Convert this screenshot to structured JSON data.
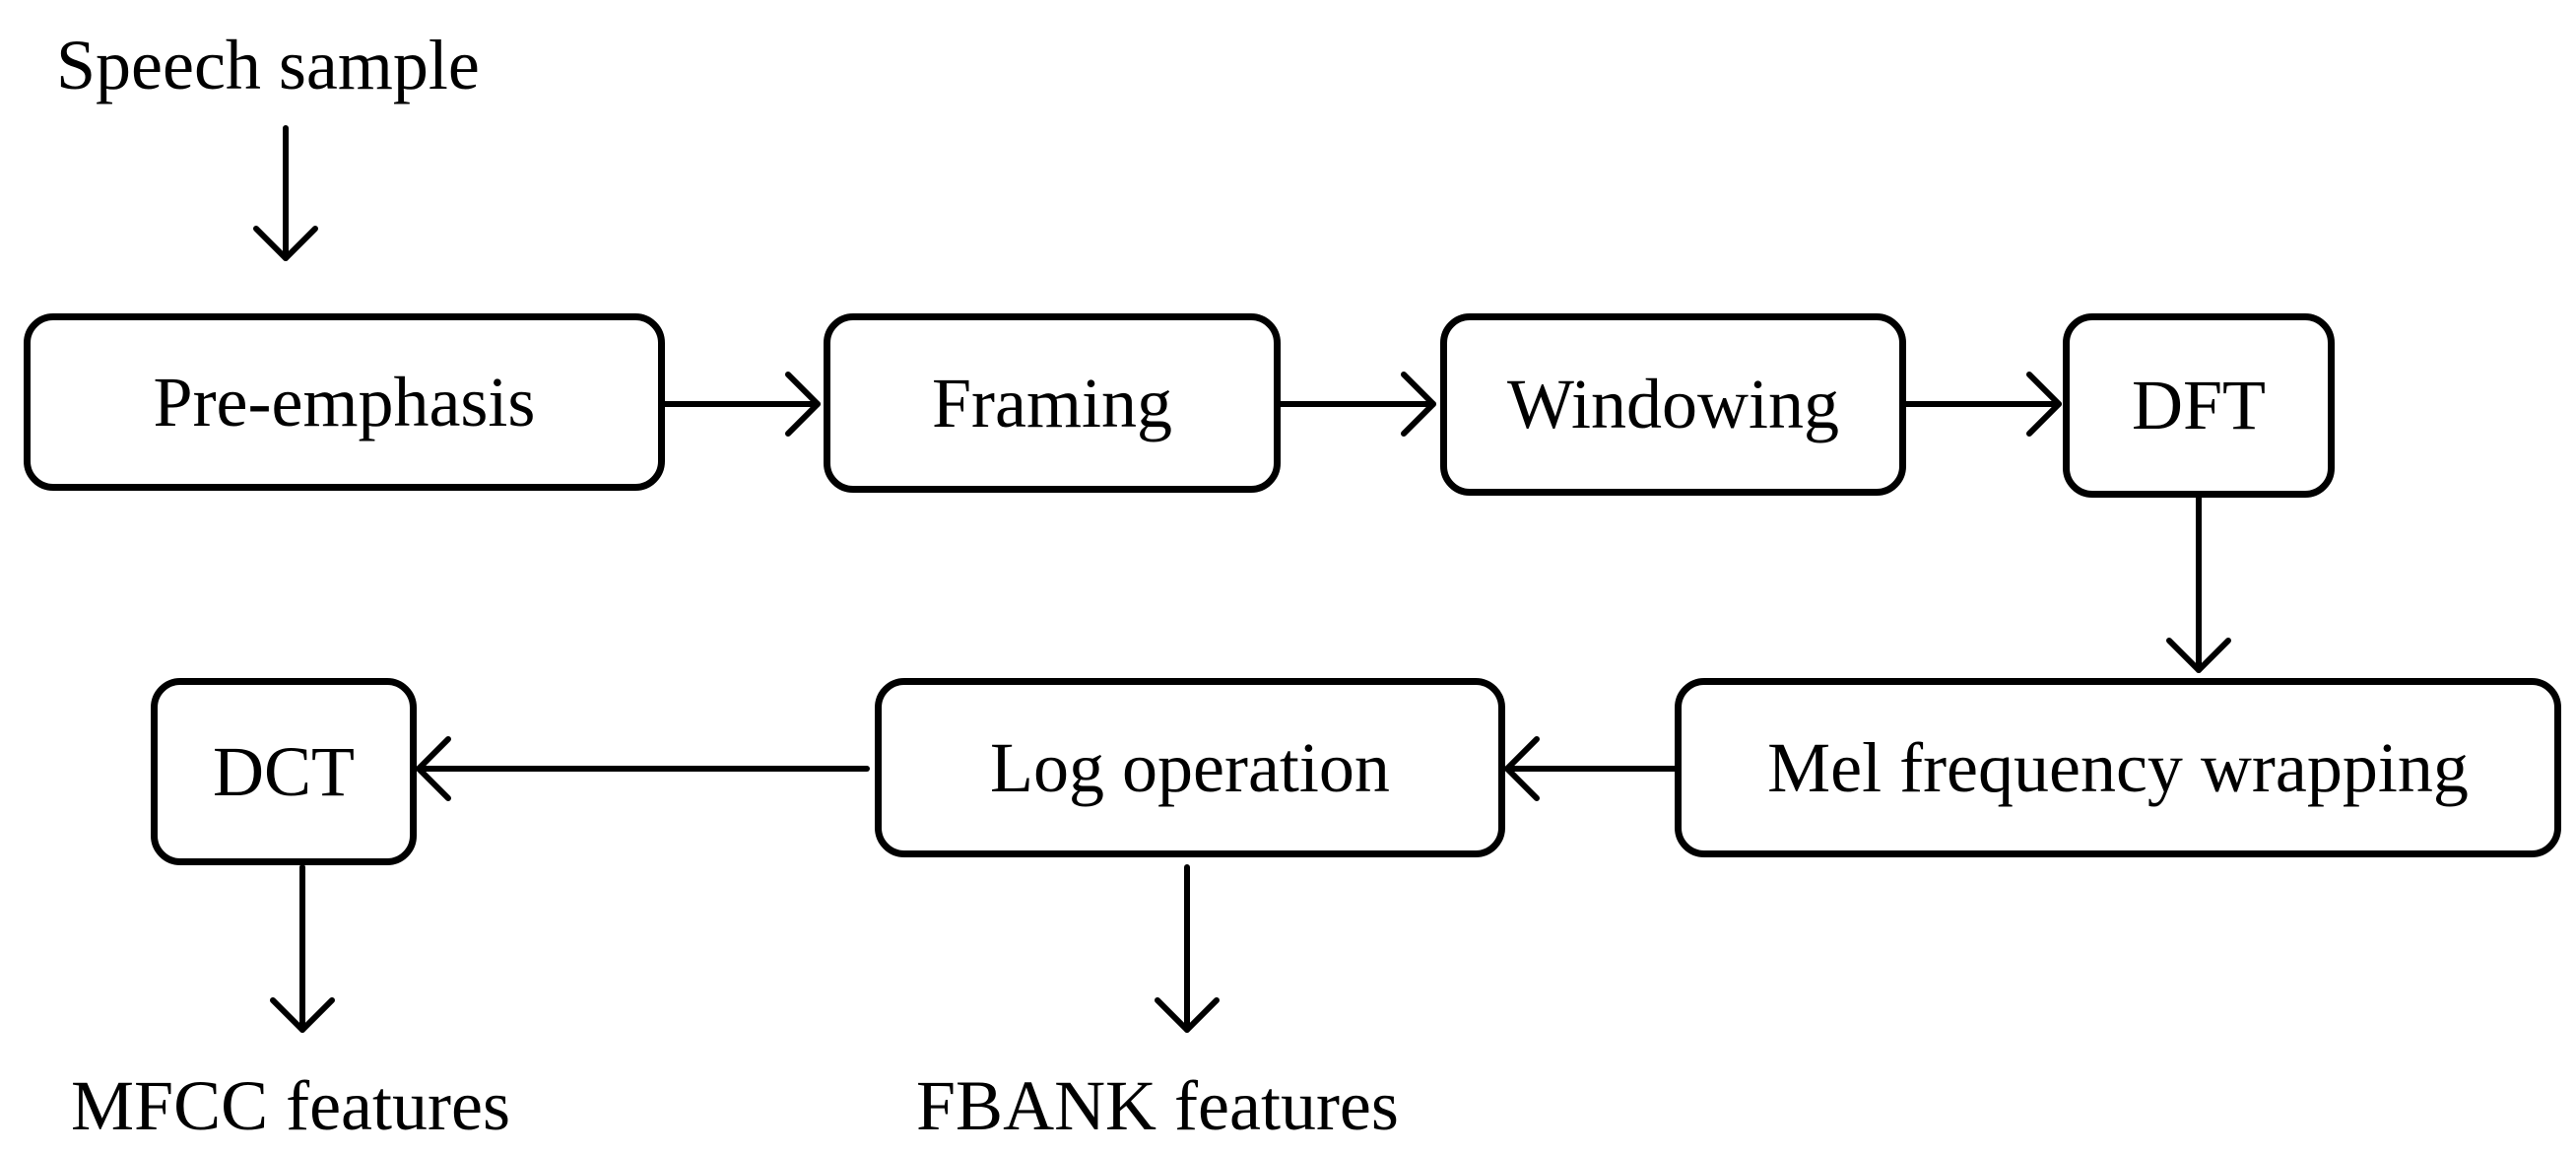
{
  "diagram": {
    "input_label": "Speech sample",
    "nodes": {
      "pre_emphasis": "Pre-emphasis",
      "framing": "Framing",
      "windowing": "Windowing",
      "dft": "DFT",
      "mel": "Mel frequency wrapping",
      "log": "Log operation",
      "dct": "DCT"
    },
    "outputs": {
      "mfcc": "MFCC features",
      "fbank": "FBANK features"
    }
  }
}
